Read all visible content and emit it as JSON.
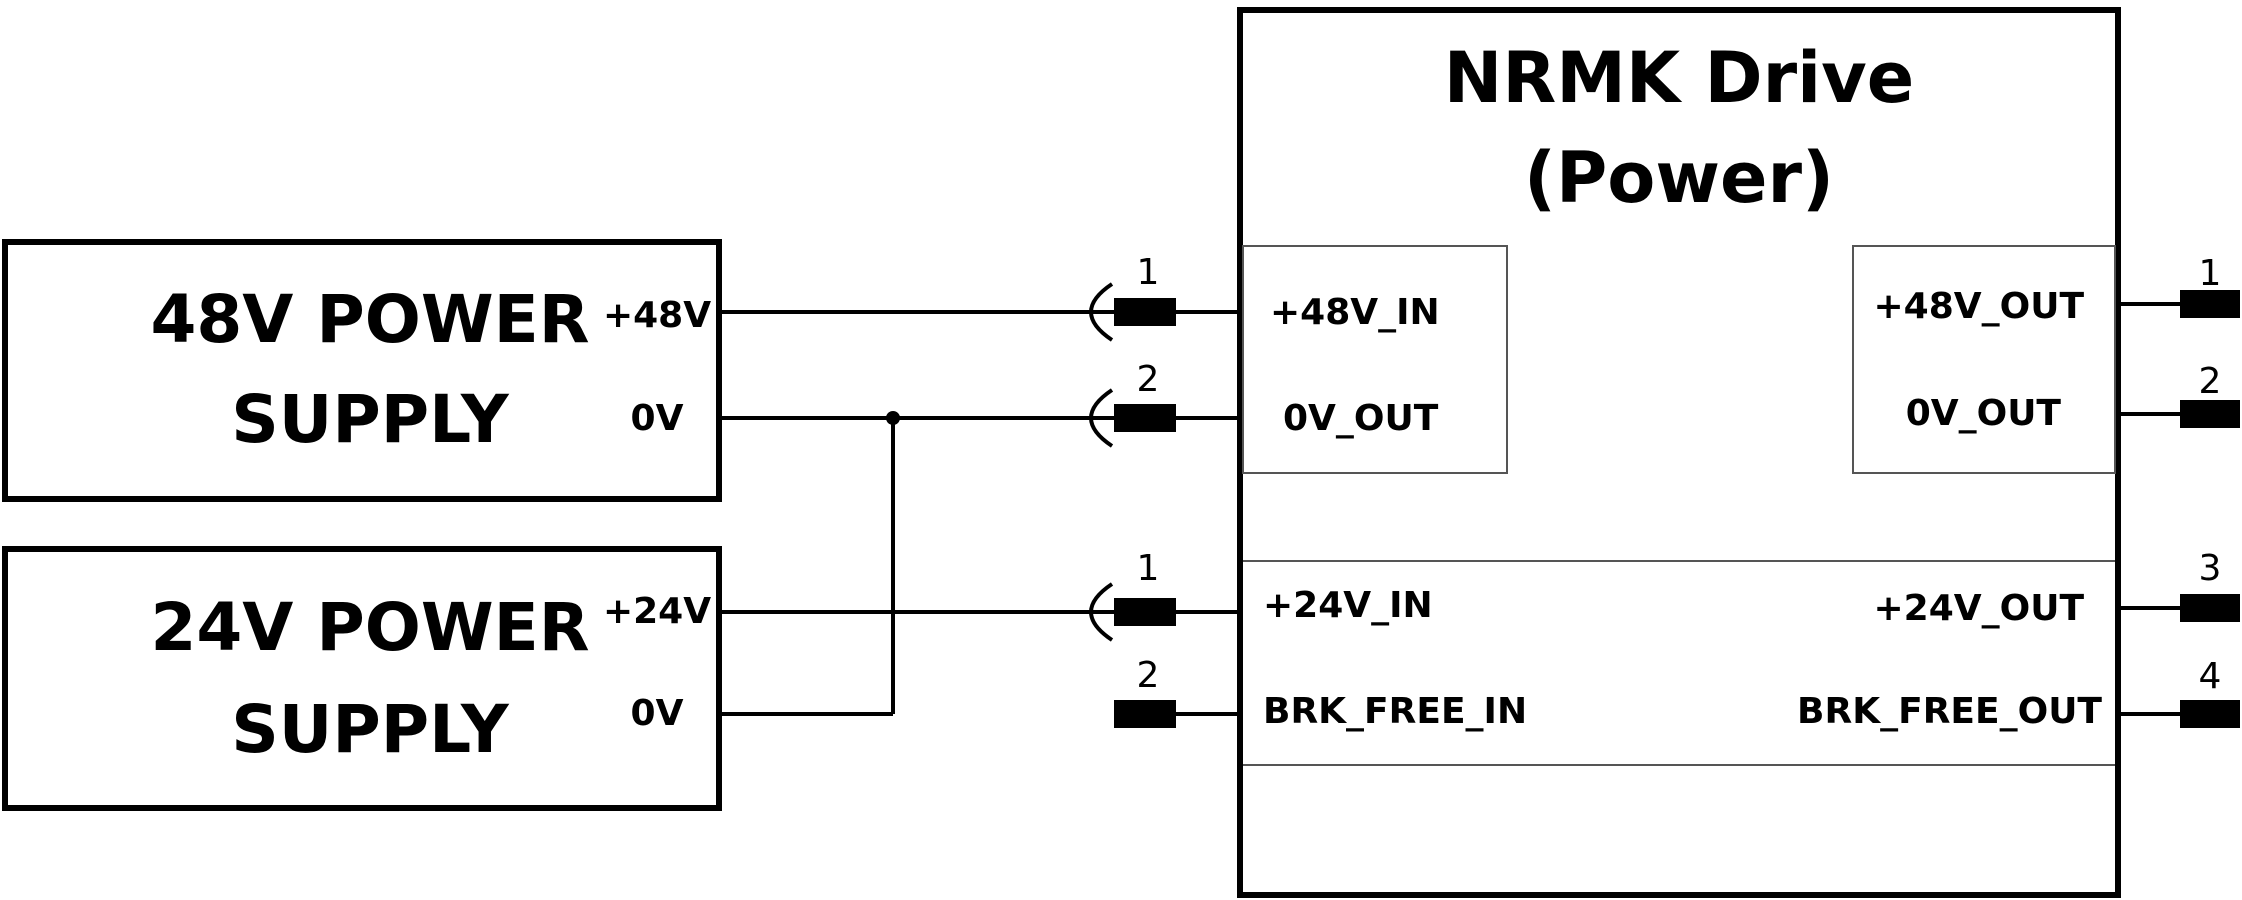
{
  "drive": {
    "title_line1": "NRMK Drive",
    "title_line2": "(Power)"
  },
  "psu48": {
    "title_line1": "48V POWER",
    "title_line2": "SUPPLY",
    "pin_pos": "+48V",
    "pin_neg": "0V"
  },
  "psu24": {
    "title_line1": "24V POWER",
    "title_line2": "SUPPLY",
    "pin_pos": "+24V",
    "pin_neg": "0V"
  },
  "drive_inputs": [
    {
      "label": "+48V_IN",
      "pin": "1"
    },
    {
      "label": "0V_OUT",
      "pin": "2"
    },
    {
      "label": "+24V_IN",
      "pin": "1"
    },
    {
      "label": "BRK_FREE_IN",
      "pin": "2"
    }
  ],
  "drive_outputs": [
    {
      "label": "+48V_OUT",
      "pin": "1"
    },
    {
      "label": "0V_OUT",
      "pin": "2"
    },
    {
      "label": "+24V_OUT",
      "pin": "3"
    },
    {
      "label": "BRK_FREE_OUT",
      "pin": "4"
    }
  ],
  "colors": {
    "line": "#000000",
    "panel_border": "#555555",
    "background": "#ffffff"
  }
}
